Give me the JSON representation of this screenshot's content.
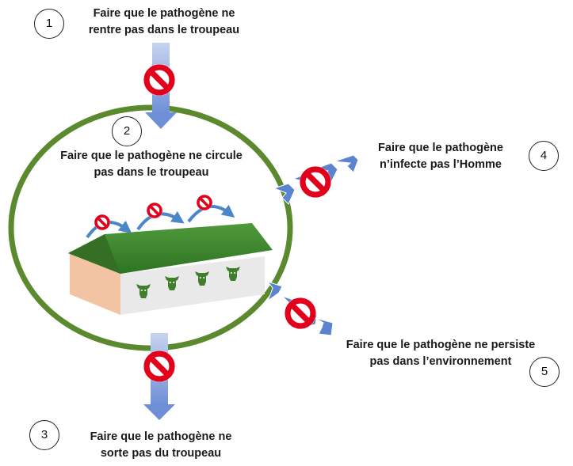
{
  "steps": [
    {
      "number": "1",
      "text_line1": "Faire que le pathogène ne",
      "text_line2": "rentre pas dans le troupeau"
    },
    {
      "number": "2",
      "text_line1": "Faire que le pathogène ne circule",
      "text_line2": "pas dans le troupeau"
    },
    {
      "number": "3",
      "text_line1": "Faire que le pathogène ne",
      "text_line2": "sorte pas du troupeau"
    },
    {
      "number": "4",
      "text_line1": "Faire que le pathogène",
      "text_line2": "n’infecte pas l’Homme"
    },
    {
      "number": "5",
      "text_line1": "Faire que le pathogène ne persiste",
      "text_line2": "pas dans l’environnement"
    }
  ],
  "colors": {
    "herd_circle": "#5b8a2e",
    "arrow_blue": "#8fa8dc",
    "arrow_blue_dark": "#4a6fc4",
    "curved_arrow": "#4a86c8",
    "forbidden_red": "#e3001b",
    "roof_green": "#3d8a2c",
    "barn_wall": "#f2c4a4",
    "barn_front": "#eaeaea",
    "cow_green": "#3f7f2c"
  },
  "icons": [
    "forbidden-sign-icon",
    "barn-icon",
    "cow-head-icon",
    "curved-arrow-icon"
  ]
}
